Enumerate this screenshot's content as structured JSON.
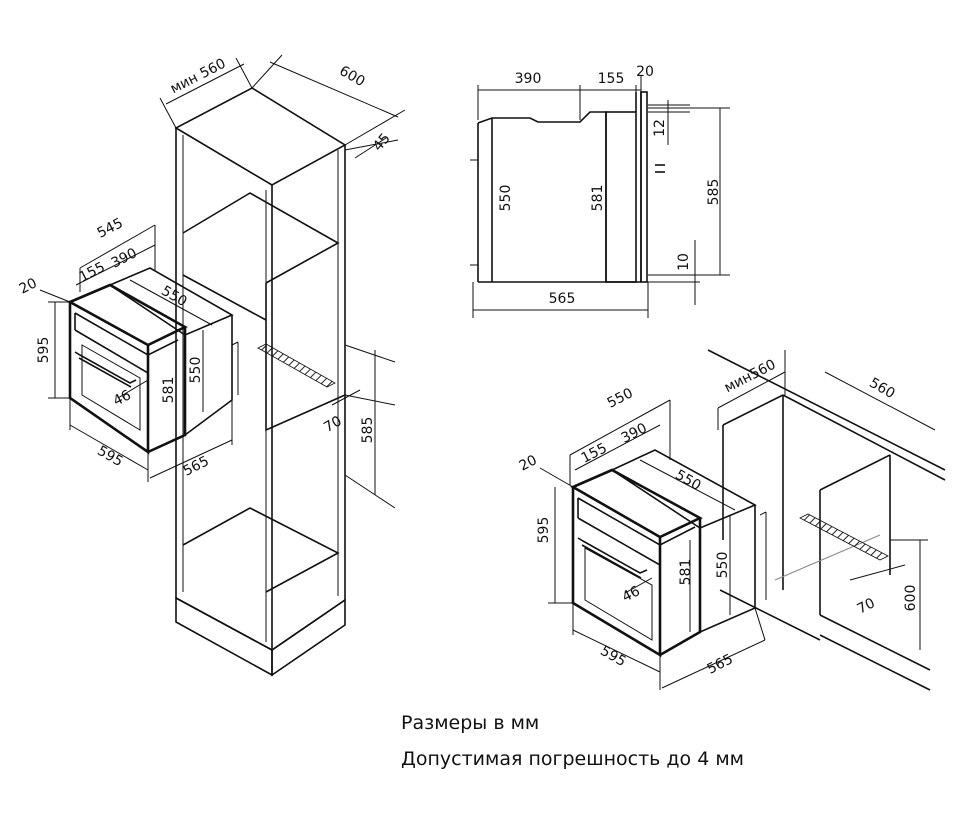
{
  "cabinet_view": {
    "width_min": "мин 560",
    "depth": "600",
    "top_thickness": "45",
    "niche_depth": "70",
    "niche_height": "585"
  },
  "oven_view_left": {
    "total_depth": "545",
    "door_depth": "155",
    "knob_depth": "390",
    "top_offset": "20",
    "body_depth": "550",
    "front_height": "595",
    "body_height": "581",
    "side_height": "550",
    "handle_offset": "46",
    "front_width": "595",
    "body_width": "565"
  },
  "side_view": {
    "d390": "390",
    "d155": "155",
    "d20": "20",
    "d12": "12",
    "h550": "550",
    "h581": "581",
    "h585": "585",
    "d10": "10",
    "w565": "565"
  },
  "counter_view": {
    "total_depth": "550",
    "door_depth": "155",
    "knob_depth": "390",
    "top_offset": "20",
    "body_depth": "550",
    "width_min": "мин560",
    "cutout_depth": "560",
    "front_height": "595",
    "body_height": "581",
    "side_height": "550",
    "handle_offset": "46",
    "niche_depth": "70",
    "niche_height": "600",
    "front_width": "595",
    "body_width": "565"
  },
  "notes": {
    "units": "Размеры в мм",
    "tolerance": "Допустимая погрешность до 4 мм"
  }
}
